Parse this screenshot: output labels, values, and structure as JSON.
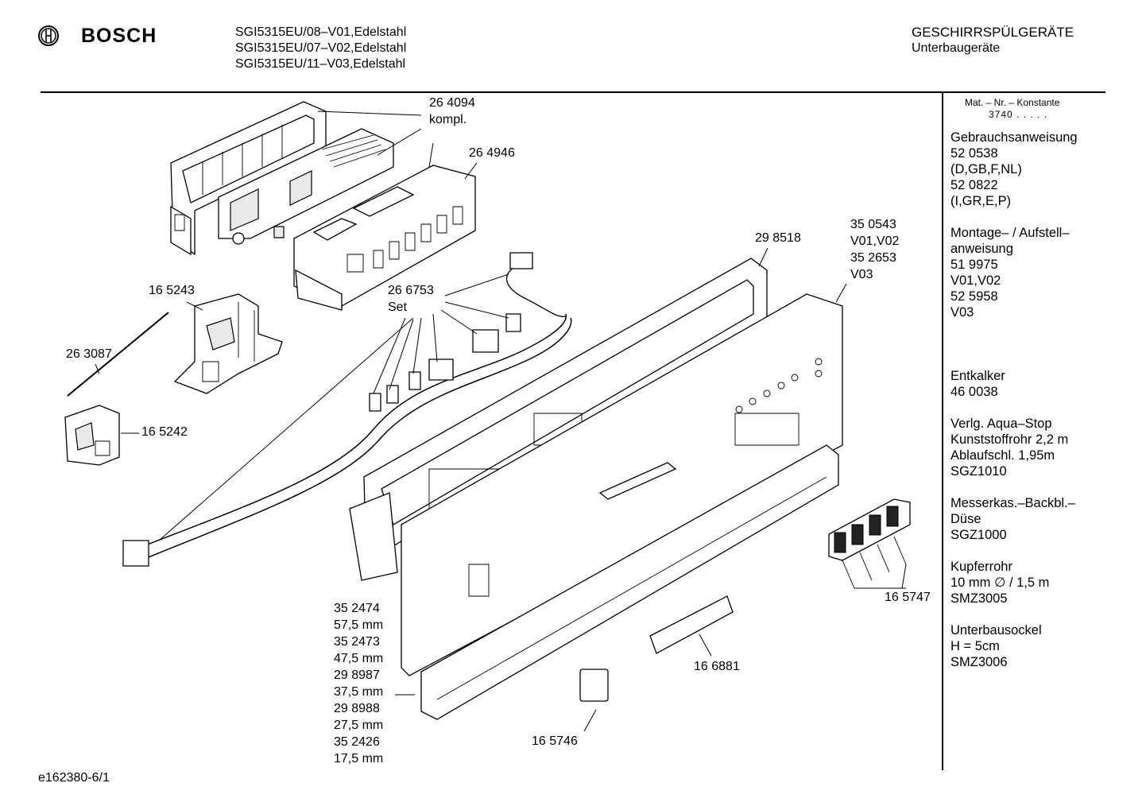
{
  "header": {
    "brand": "BOSCH",
    "models": [
      "SGI5315EU/08–V01,Edelstahl",
      "SGI5315EU/07–V02,Edelstahl",
      "SGI5315EU/11–V03,Edelstahl"
    ],
    "category": "GESCHIRRSPÜLGERÄTE",
    "subcategory": "Unterbaugeräte"
  },
  "callouts": {
    "c264094": [
      "26 4094",
      "kompl."
    ],
    "c264946": "26 4946",
    "c165243": "16 5243",
    "c263087": "26 3087",
    "c165242": "16 5242",
    "c266753": [
      "26 6753",
      "Set"
    ],
    "c298518": "29 8518",
    "c350543": [
      "35 0543",
      "V01,V02",
      "35 2653",
      "V03"
    ],
    "c165747": "16 5747",
    "c166881": "16 6881",
    "c165746": "16 5746",
    "plinth_list": [
      "35 2474",
      "57,5 mm",
      "35 2473",
      "47,5 mm",
      "29 8987",
      "37,5 mm",
      "29 8988",
      "27,5 mm",
      "35 2426",
      "17,5 mm"
    ]
  },
  "sidebar": {
    "mat_header": "Mat. – Nr. – Konstante",
    "mat_value": "3740 . . . . .",
    "blocks": [
      [
        "Gebrauchsanweisung",
        "52 0538",
        "(D,GB,F,NL)",
        "52 0822",
        "(I,GR,E,P)"
      ],
      [
        "Montage– / Aufstell–",
        "anweisung",
        "51 9975",
        "V01,V02",
        "52 5958",
        "V03"
      ],
      [
        "Entkalker",
        "46 0038"
      ],
      [
        "Verlg. Aqua–Stop",
        "Kunststoffrohr 2,2 m",
        "Ablaufschl. 1,95m",
        "SGZ1010"
      ],
      [
        "Messerkas.–Backbl.–",
        "Düse",
        "SGZ1000"
      ],
      [
        "Kupferrohr",
        "10 mm ∅ / 1,5 m",
        "SMZ3005"
      ],
      [
        "Unterbausockel",
        "H = 5cm",
        "SMZ3006"
      ]
    ]
  },
  "footer": {
    "code": "e162380-6/1"
  },
  "icons": {
    "logo": "bosch-armature-icon"
  }
}
